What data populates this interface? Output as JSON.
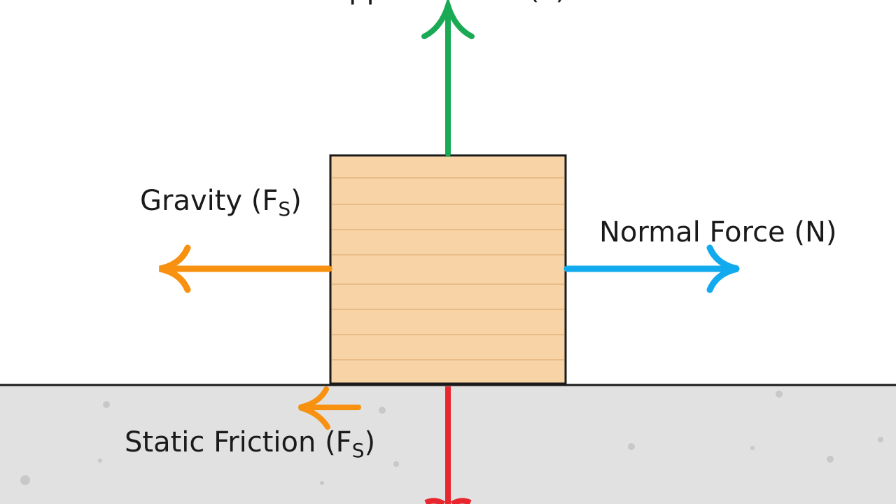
{
  "labels": {
    "applied": "Applied Force (F)",
    "gravity": "Gravity (F",
    "gravity_sub": "S",
    "normal": "Normal Force (N)",
    "friction": "Static Friction (F",
    "friction_sub": "S",
    "close_paren": ")"
  },
  "colors": {
    "applied_arrow": "#1aaa55",
    "gravity_arrow": "#f7910f",
    "normal_arrow": "#12aaee",
    "friction_arrow": "#f7910f",
    "down_arrow": "#e8262e",
    "block_fill": "#f7d3a6",
    "block_lines": "#e9bb86",
    "ground": "#e1e1e1"
  }
}
